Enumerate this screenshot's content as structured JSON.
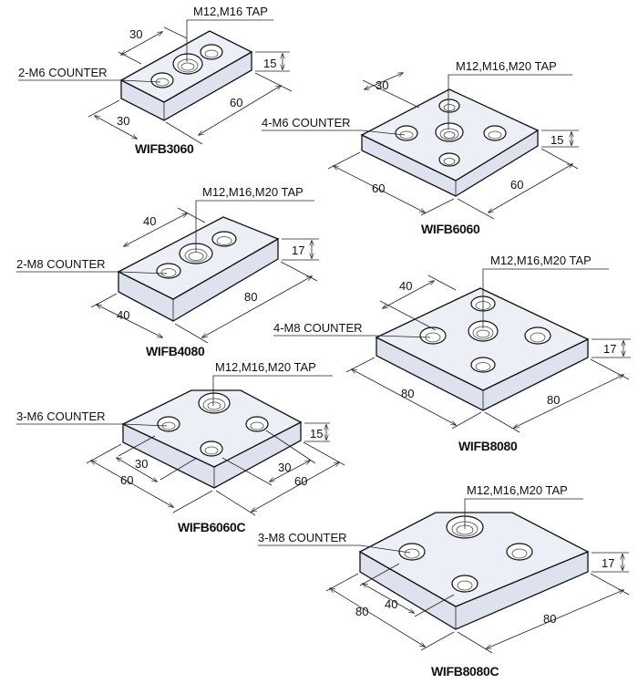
{
  "parts": [
    {
      "model": "WIFB3060",
      "tap": "M12,M16 TAP",
      "counter": "2-M6 COUNTER",
      "thickness": "15",
      "length": "60",
      "width": "30",
      "pitch": "30"
    },
    {
      "model": "WIFB6060",
      "tap": "M12,M16,M20 TAP",
      "counter": "4-M6 COUNTER",
      "thickness": "15",
      "length": "60",
      "width": "60",
      "pitch": "30"
    },
    {
      "model": "WIFB4080",
      "tap": "M12,M16,M20 TAP",
      "counter": "2-M8 COUNTER",
      "thickness": "17",
      "length": "80",
      "width": "40",
      "pitch": "40"
    },
    {
      "model": "WIFB8080",
      "tap": "M12,M16,M20 TAP",
      "counter": "4-M8 COUNTER",
      "thickness": "17",
      "length": "80",
      "width": "80",
      "pitch": "40"
    },
    {
      "model": "WIFB6060C",
      "tap": "M12,M16,M20 TAP",
      "counter": "3-M6 COUNTER",
      "thickness": "15",
      "length": "60",
      "width": "60",
      "pitch_a": "30",
      "pitch_b": "30"
    },
    {
      "model": "WIFB8080C",
      "tap": "M12,M16,M20 TAP",
      "counter": "3-M8 COUNTER",
      "thickness": "17",
      "length": "80",
      "width": "80",
      "pitch": "40"
    }
  ]
}
